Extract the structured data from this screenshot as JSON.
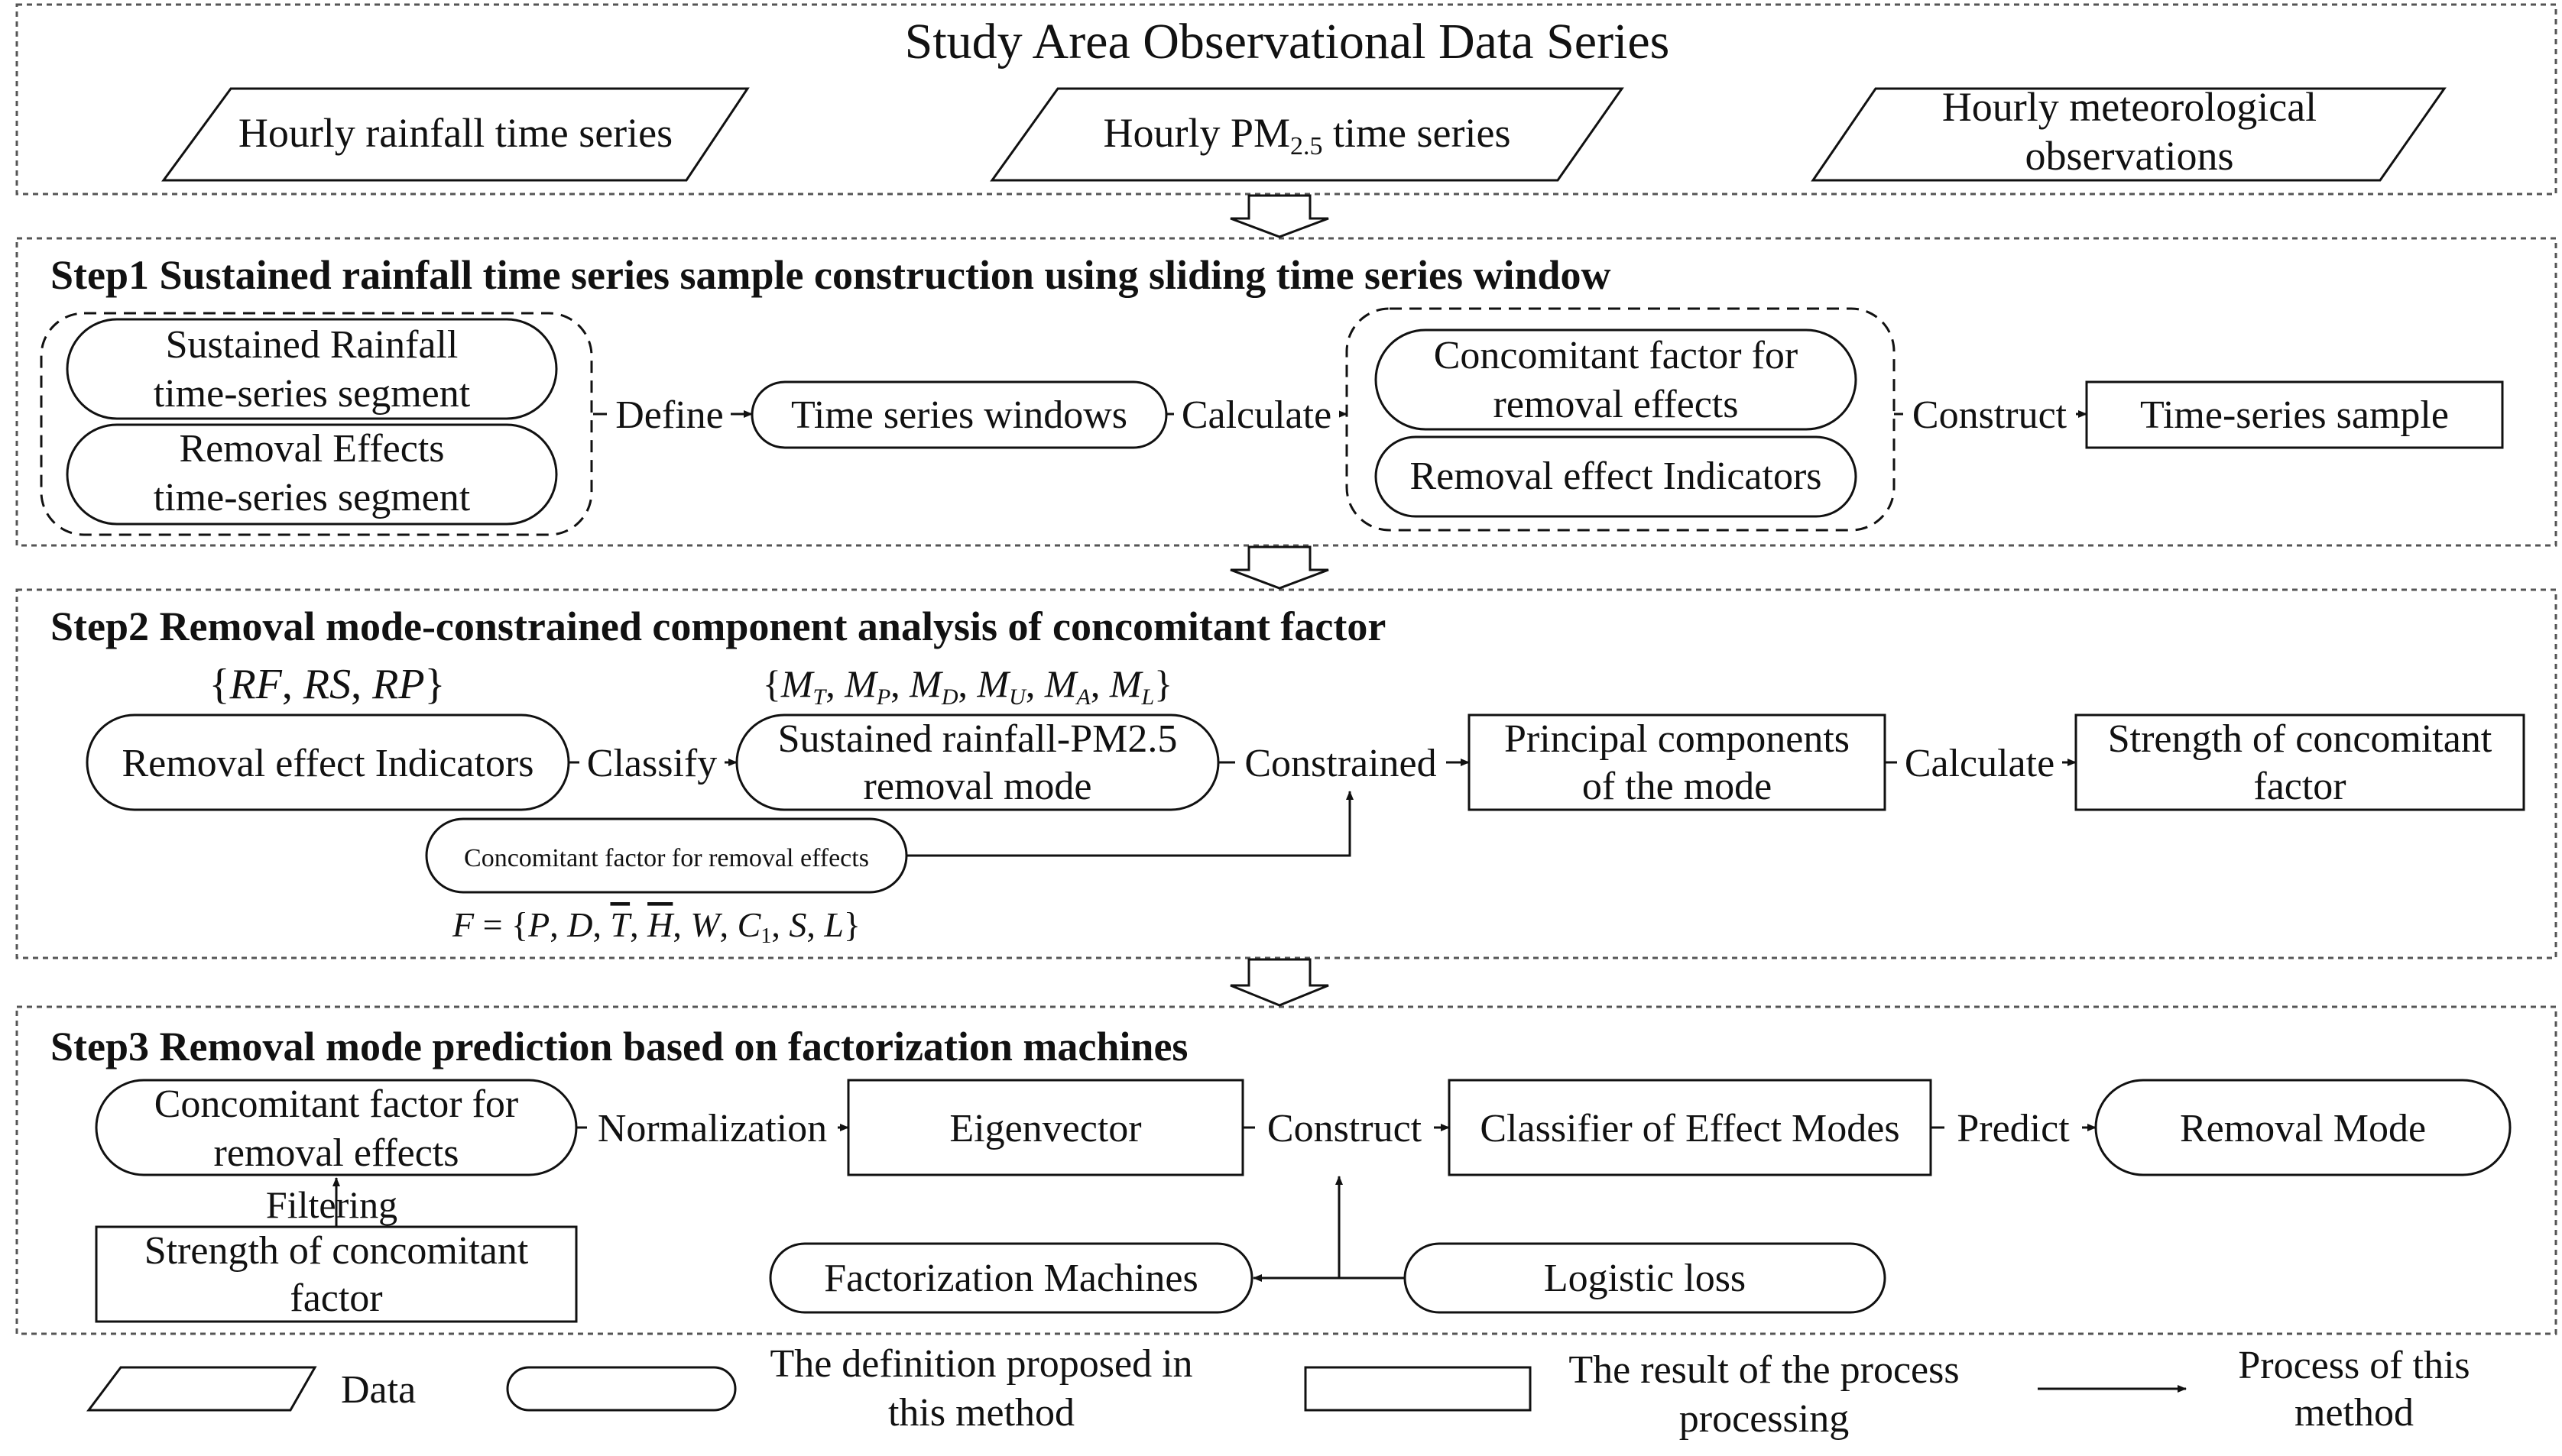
{
  "top": {
    "title": "Study Area Observational Data Series",
    "inputs": [
      {
        "line1": "Hourly rainfall time series"
      },
      {
        "prefix": "Hourly PM",
        "sub": "2.5",
        "suffix": " time series"
      },
      {
        "line1": "Hourly meteorological",
        "line2": "observations"
      }
    ]
  },
  "step1": {
    "title": "Step1 Sustained rainfall time series sample construction using sliding time series window",
    "seg1": {
      "line1": "Sustained Rainfall",
      "line2": "time-series segment"
    },
    "seg2": {
      "line1": "Removal Effects",
      "line2": "time-series segment"
    },
    "define": "Define",
    "windows": "Time series windows",
    "calculate": "Calculate",
    "factor": {
      "line1": "Concomitant factor for",
      "line2": "removal effects"
    },
    "indicators": "Removal effect Indicators",
    "construct": "Construct",
    "sample": "Time-series sample"
  },
  "step2": {
    "title": "Step2 Removal mode-constrained component analysis of concomitant factor",
    "indicator_set": {
      "open": "{",
      "a": "RF",
      "b": "RS",
      "c": "RP",
      "close": "}"
    },
    "mode_set": {
      "open": "{",
      "M": "M",
      "subs": [
        "T",
        "P",
        "D",
        "U",
        "A",
        "L"
      ],
      "close": "}"
    },
    "indicators": "Removal effect Indicators",
    "classify": "Classify",
    "mode": {
      "line1": "Sustained rainfall-PM2.5",
      "line2": "removal mode"
    },
    "constrained": "Constrained",
    "pcs": {
      "line1": "Principal components",
      "line2": "of the mode"
    },
    "calculate": "Calculate",
    "strength": {
      "line1": "Strength of concomitant",
      "line2": "factor"
    },
    "factor_small": "Concomitant factor for removal effects",
    "factor_set": {
      "F": "F",
      "eq": " = {",
      "P": "P",
      "D": "D",
      "T": "T",
      "H": "H",
      "W": "W",
      "C": "C",
      "C_sub": "1",
      "S": "S",
      "L": "L",
      "close": "}"
    }
  },
  "step3": {
    "title": "Step3 Removal mode prediction based on factorization machines",
    "factor": {
      "line1": "Concomitant factor for",
      "line2": "removal effects"
    },
    "normalization": "Normalization",
    "eigen": "Eigenvector",
    "construct": "Construct",
    "classifier": "Classifier of Effect Modes",
    "predict": "Predict",
    "mode": "Removal Mode",
    "filtering": "Filtering",
    "strength": {
      "line1": "Strength of concomitant",
      "line2": "factor"
    },
    "fm": "Factorization Machines",
    "loss": "Logistic loss"
  },
  "legend": {
    "data": "Data",
    "definition": {
      "line1": "The definition proposed in",
      "line2": "this method"
    },
    "result": {
      "line1": "The result of the process",
      "line2": "processing"
    },
    "process": {
      "line1": "Process of this",
      "line2": "method"
    }
  }
}
